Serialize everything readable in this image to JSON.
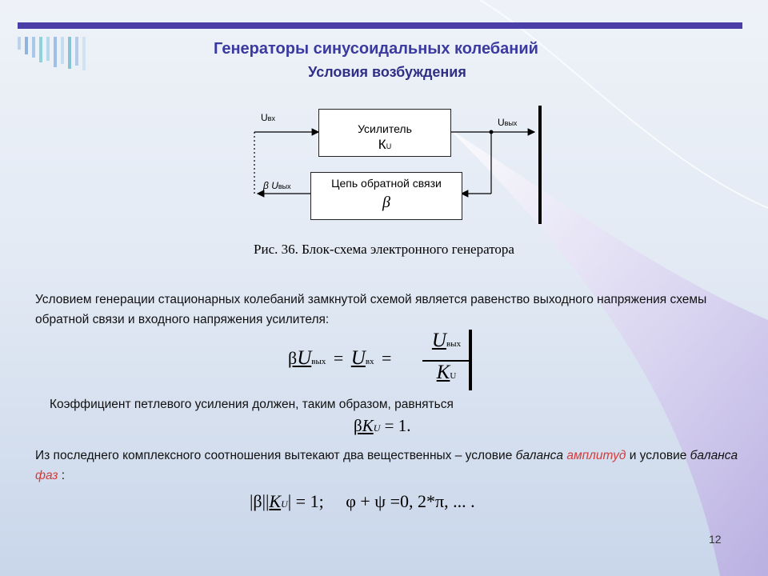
{
  "slide": {
    "title": "Генераторы синусоидальных колебаний",
    "subtitle": "Условия возбуждения",
    "page_number": "12"
  },
  "diagram": {
    "amplifier": {
      "line1": "Усилитель",
      "line2": "К",
      "line2_sub": "U"
    },
    "feedback": {
      "line1": "Цепь обратной связи",
      "line2": "β"
    },
    "labels": {
      "u_in": "U",
      "u_in_sub": "вх",
      "u_out": "U",
      "u_out_sub": "вых",
      "beta_uout": "β U",
      "beta_uout_sub": "вых"
    }
  },
  "caption": "Рис. 36. Блок-схема электронного генератора",
  "text": {
    "p1": "Условием генерации стационарных колебаний замкнутой схемой является равенство выходного напряжения схемы обратной связи и входного напряжения усилителя:",
    "p2": "Коэффициент петлевого усиления должен, таким образом, равняться",
    "p3_part1": "Из последнего комплексного соотношения вытекают два вещественных – условие ",
    "p3_em1": "баланса",
    "p3_em1_red": "амплитуд",
    "p3_part2": " и условие ",
    "p3_em2": "баланса",
    "p3_em2_red": "фаз",
    "p3_end": " :"
  },
  "formulas": {
    "f1": {
      "beta": "β",
      "u": "U",
      "vyh": "вых",
      "eq": "=",
      "vh": "вх",
      "k": "K",
      "k_sub": "U"
    },
    "f2": {
      "beta": "β",
      "k": "K",
      "k_sub": "U",
      "rest": " = 1."
    },
    "f3": {
      "open": "|β||",
      "k": "K",
      "k_sub": "U",
      "close": "| = 1;",
      "phase": "φ + ψ =0, 2*π, ... ."
    }
  },
  "colors": {
    "title": "#3a3aa0",
    "accent_bar": "#4b3ea8",
    "emphasis": "#d43b3b"
  }
}
